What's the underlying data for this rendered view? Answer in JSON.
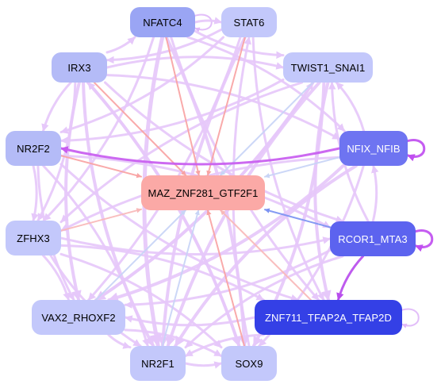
{
  "graph": {
    "nodes": [
      {
        "id": "NFATC4",
        "label": "NFATC4",
        "fill": "#9aa5f4",
        "text": "#000000"
      },
      {
        "id": "STAT6",
        "label": "STAT6",
        "fill": "#c3c8fb",
        "text": "#000000"
      },
      {
        "id": "IRX3",
        "label": "IRX3",
        "fill": "#b4bbf7",
        "text": "#000000"
      },
      {
        "id": "TWIST1_SNAI1",
        "label": "TWIST1_SNAI1",
        "fill": "#c3c8fb",
        "text": "#000000"
      },
      {
        "id": "NR2F2",
        "label": "NR2F2",
        "fill": "#b4bbf7",
        "text": "#000000"
      },
      {
        "id": "NFIX_NFIB",
        "label": "NFIX_NFIB",
        "fill": "#6e74f1",
        "text": "#ffffff"
      },
      {
        "id": "MAZ_ZNF281_GTF2F1",
        "label": "MAZ_ZNF281_GTF2F1",
        "fill": "#fba9a6",
        "text": "#000000"
      },
      {
        "id": "ZFHX3",
        "label": "ZFHX3",
        "fill": "#c3c8fb",
        "text": "#000000"
      },
      {
        "id": "RCOR1_MTA3",
        "label": "RCOR1_MTA3",
        "fill": "#5c63ef",
        "text": "#ffffff"
      },
      {
        "id": "VAX2_RHOXF2",
        "label": "VAX2_RHOXF2",
        "fill": "#c3c8fb",
        "text": "#000000"
      },
      {
        "id": "ZNF711_TFAP2A_TFAP2D",
        "label": "ZNF711_TFAP2A_TFAP2D",
        "fill": "#3440e6",
        "text": "#ffffff"
      },
      {
        "id": "NR2F1",
        "label": "NR2F1",
        "fill": "#c3c8fb",
        "text": "#000000"
      },
      {
        "id": "SOX9",
        "label": "SOX9",
        "fill": "#c3c8fb",
        "text": "#000000"
      }
    ],
    "edges": [
      {
        "from": "NFATC4",
        "to": "MAZ_ZNF281_GTF2F1",
        "color": "#f8a3a3",
        "width": 2
      },
      {
        "from": "STAT6",
        "to": "MAZ_ZNF281_GTF2F1",
        "color": "#f8a3a3",
        "width": 2
      },
      {
        "from": "IRX3",
        "to": "MAZ_ZNF281_GTF2F1",
        "color": "#f8a3a3",
        "width": 2
      },
      {
        "from": "NR2F2",
        "to": "MAZ_ZNF281_GTF2F1",
        "color": "#f8a3a3",
        "width": 2
      },
      {
        "from": "ZFHX3",
        "to": "MAZ_ZNF281_GTF2F1",
        "color": "#f8b8b8",
        "width": 2
      },
      {
        "from": "VAX2_RHOXF2",
        "to": "MAZ_ZNF281_GTF2F1",
        "color": "#c8d4f6",
        "width": 2
      },
      {
        "from": "NR2F1",
        "to": "MAZ_ZNF281_GTF2F1",
        "color": "#c8d4f6",
        "width": 2
      },
      {
        "from": "SOX9",
        "to": "MAZ_ZNF281_GTF2F1",
        "color": "#f8a3a3",
        "width": 2
      },
      {
        "from": "TWIST1_SNAI1",
        "to": "MAZ_ZNF281_GTF2F1",
        "color": "#c8d4f6",
        "width": 2
      },
      {
        "from": "NFIX_NFIB",
        "to": "MAZ_ZNF281_GTF2F1",
        "color": "#c8d4f6",
        "width": 2
      },
      {
        "from": "RCOR1_MTA3",
        "to": "MAZ_ZNF281_GTF2F1",
        "color": "#7b92f2",
        "width": 2
      },
      {
        "from": "ZNF711_TFAP2A_TFAP2D",
        "to": "MAZ_ZNF281_GTF2F1",
        "color": "#f8b8b8",
        "width": 2
      },
      {
        "from": "NFIX_NFIB",
        "to": "NR2F2",
        "color": "#c85cf0",
        "width": 3
      },
      {
        "from": "RCOR1_MTA3",
        "to": "ZNF711_TFAP2A_TFAP2D",
        "color": "#b84ded",
        "width": 3
      },
      {
        "from": "NFIX_NFIB",
        "to": "NFIX_NFIB",
        "color": "#c04ff0",
        "width": 3
      },
      {
        "from": "RCOR1_MTA3",
        "to": "RCOR1_MTA3",
        "color": "#c04ff0",
        "width": 3
      },
      {
        "from": "ZNF711_TFAP2A_TFAP2D",
        "to": "ZNF711_TFAP2A_TFAP2D",
        "color": "#e0b8f8",
        "width": 2
      },
      {
        "from": "NFATC4",
        "to": "NFATC4",
        "color": "#e0b8f8",
        "width": 2
      },
      {
        "from": "NFATC4",
        "to": "STAT6",
        "color": "#e6c8fa",
        "width": 3
      },
      {
        "from": "IRX3",
        "to": "NFATC4",
        "color": "#e6c8fa",
        "width": 3
      },
      {
        "from": "IRX3",
        "to": "TWIST1_SNAI1",
        "color": "#e6c8fa",
        "width": 3
      },
      {
        "from": "NFATC4",
        "to": "TWIST1_SNAI1",
        "color": "#e6c8fa",
        "width": 3
      },
      {
        "from": "STAT6",
        "to": "NR2F2",
        "color": "#e6c8fa",
        "width": 3
      },
      {
        "from": "STAT6",
        "to": "NR2F1",
        "color": "#e6c8fa",
        "width": 4
      },
      {
        "from": "STAT6",
        "to": "VAX2_RHOXF2",
        "color": "#e6c8fa",
        "width": 3
      },
      {
        "from": "STAT6",
        "to": "ZNF711_TFAP2A_TFAP2D",
        "color": "#e6c8fa",
        "width": 3
      },
      {
        "from": "NFATC4",
        "to": "SOX9",
        "color": "#e6c8fa",
        "width": 4
      },
      {
        "from": "NFATC4",
        "to": "NR2F1",
        "color": "#e6c8fa",
        "width": 5
      },
      {
        "from": "NFATC4",
        "to": "ZFHX3",
        "color": "#e6c8fa",
        "width": 3
      },
      {
        "from": "NFATC4",
        "to": "ZNF711_TFAP2A_TFAP2D",
        "color": "#e6c8fa",
        "width": 3
      },
      {
        "from": "NFATC4",
        "to": "NFIX_NFIB",
        "color": "#e6c8fa",
        "width": 3
      },
      {
        "from": "IRX3",
        "to": "NR2F2",
        "color": "#e6c8fa",
        "width": 3
      },
      {
        "from": "IRX3",
        "to": "ZFHX3",
        "color": "#e6c8fa",
        "width": 3
      },
      {
        "from": "IRX3",
        "to": "NR2F1",
        "color": "#e6c8fa",
        "width": 4
      },
      {
        "from": "IRX3",
        "to": "SOX9",
        "color": "#e6c8fa",
        "width": 4
      },
      {
        "from": "IRX3",
        "to": "RCOR1_MTA3",
        "color": "#e6c8fa",
        "width": 3
      },
      {
        "from": "IRX3",
        "to": "NFIX_NFIB",
        "color": "#e6c8fa",
        "width": 3
      },
      {
        "from": "IRX3",
        "to": "VAX2_RHOXF2",
        "color": "#e6c8fa",
        "width": 4
      },
      {
        "from": "TWIST1_SNAI1",
        "to": "NR2F2",
        "color": "#e6c8fa",
        "width": 3
      },
      {
        "from": "TWIST1_SNAI1",
        "to": "ZFHX3",
        "color": "#e6c8fa",
        "width": 3
      },
      {
        "from": "TWIST1_SNAI1",
        "to": "VAX2_RHOXF2",
        "color": "#e6c8fa",
        "width": 4
      },
      {
        "from": "TWIST1_SNAI1",
        "to": "NR2F1",
        "color": "#e6c8fa",
        "width": 4
      },
      {
        "from": "TWIST1_SNAI1",
        "to": "SOX9",
        "color": "#e6c8fa",
        "width": 4
      },
      {
        "from": "TWIST1_SNAI1",
        "to": "ZNF711_TFAP2A_TFAP2D",
        "color": "#e6c8fa",
        "width": 4
      },
      {
        "from": "NR2F2",
        "to": "ZFHX3",
        "color": "#e6c8fa",
        "width": 3
      },
      {
        "from": "NR2F2",
        "to": "VAX2_RHOXF2",
        "color": "#e6c8fa",
        "width": 3
      },
      {
        "from": "NR2F2",
        "to": "NR2F1",
        "color": "#e6c8fa",
        "width": 3
      },
      {
        "from": "NR2F2",
        "to": "ZNF711_TFAP2A_TFAP2D",
        "color": "#e6c8fa",
        "width": 3
      },
      {
        "from": "NR2F2",
        "to": "RCOR1_MTA3",
        "color": "#e6c8fa",
        "width": 3
      },
      {
        "from": "NFIX_NFIB",
        "to": "ZFHX3",
        "color": "#e6c8fa",
        "width": 3
      },
      {
        "from": "NFIX_NFIB",
        "to": "VAX2_RHOXF2",
        "color": "#e6c8fa",
        "width": 4
      },
      {
        "from": "NFIX_NFIB",
        "to": "NR2F1",
        "color": "#e6c8fa",
        "width": 4
      },
      {
        "from": "NFIX_NFIB",
        "to": "SOX9",
        "color": "#e6c8fa",
        "width": 3
      },
      {
        "from": "NFIX_NFIB",
        "to": "TWIST1_SNAI1",
        "color": "#e6c8fa",
        "width": 3
      },
      {
        "from": "ZFHX3",
        "to": "VAX2_RHOXF2",
        "color": "#e6c8fa",
        "width": 3
      },
      {
        "from": "ZFHX3",
        "to": "NR2F1",
        "color": "#e6c8fa",
        "width": 3
      },
      {
        "from": "ZFHX3",
        "to": "SOX9",
        "color": "#e6c8fa",
        "width": 3
      },
      {
        "from": "ZFHX3",
        "to": "RCOR1_MTA3",
        "color": "#e6c8fa",
        "width": 3
      },
      {
        "from": "ZFHX3",
        "to": "ZNF711_TFAP2A_TFAP2D",
        "color": "#e6c8fa",
        "width": 3
      },
      {
        "from": "RCOR1_MTA3",
        "to": "NFIX_NFIB",
        "color": "#e6c8fa",
        "width": 3
      },
      {
        "from": "RCOR1_MTA3",
        "to": "VAX2_RHOXF2",
        "color": "#e6c8fa",
        "width": 3
      },
      {
        "from": "RCOR1_MTA3",
        "to": "NR2F1",
        "color": "#e6c8fa",
        "width": 3
      },
      {
        "from": "RCOR1_MTA3",
        "to": "TWIST1_SNAI1",
        "color": "#e6c8fa",
        "width": 3
      },
      {
        "from": "VAX2_RHOXF2",
        "to": "NR2F1",
        "color": "#e6c8fa",
        "width": 3
      },
      {
        "from": "VAX2_RHOXF2",
        "to": "SOX9",
        "color": "#e6c8fa",
        "width": 3
      },
      {
        "from": "ZNF711_TFAP2A_TFAP2D",
        "to": "NR2F1",
        "color": "#e6c8fa",
        "width": 3
      },
      {
        "from": "ZNF711_TFAP2A_TFAP2D",
        "to": "VAX2_RHOXF2",
        "color": "#e6c8fa",
        "width": 3
      },
      {
        "from": "NR2F1",
        "to": "SOX9",
        "color": "#e6c8fa",
        "width": 3
      },
      {
        "from": "SOX9",
        "to": "STAT6",
        "color": "#e6c8fa",
        "width": 3
      },
      {
        "from": "SOX9",
        "to": "IRX3",
        "color": "#e6c8fa",
        "width": 3
      },
      {
        "from": "STAT6",
        "to": "IRX3",
        "color": "#e6c8fa",
        "width": 3
      },
      {
        "from": "VAX2_RHOXF2",
        "to": "TWIST1_SNAI1",
        "color": "#e6c8fa",
        "width": 3
      }
    ]
  }
}
